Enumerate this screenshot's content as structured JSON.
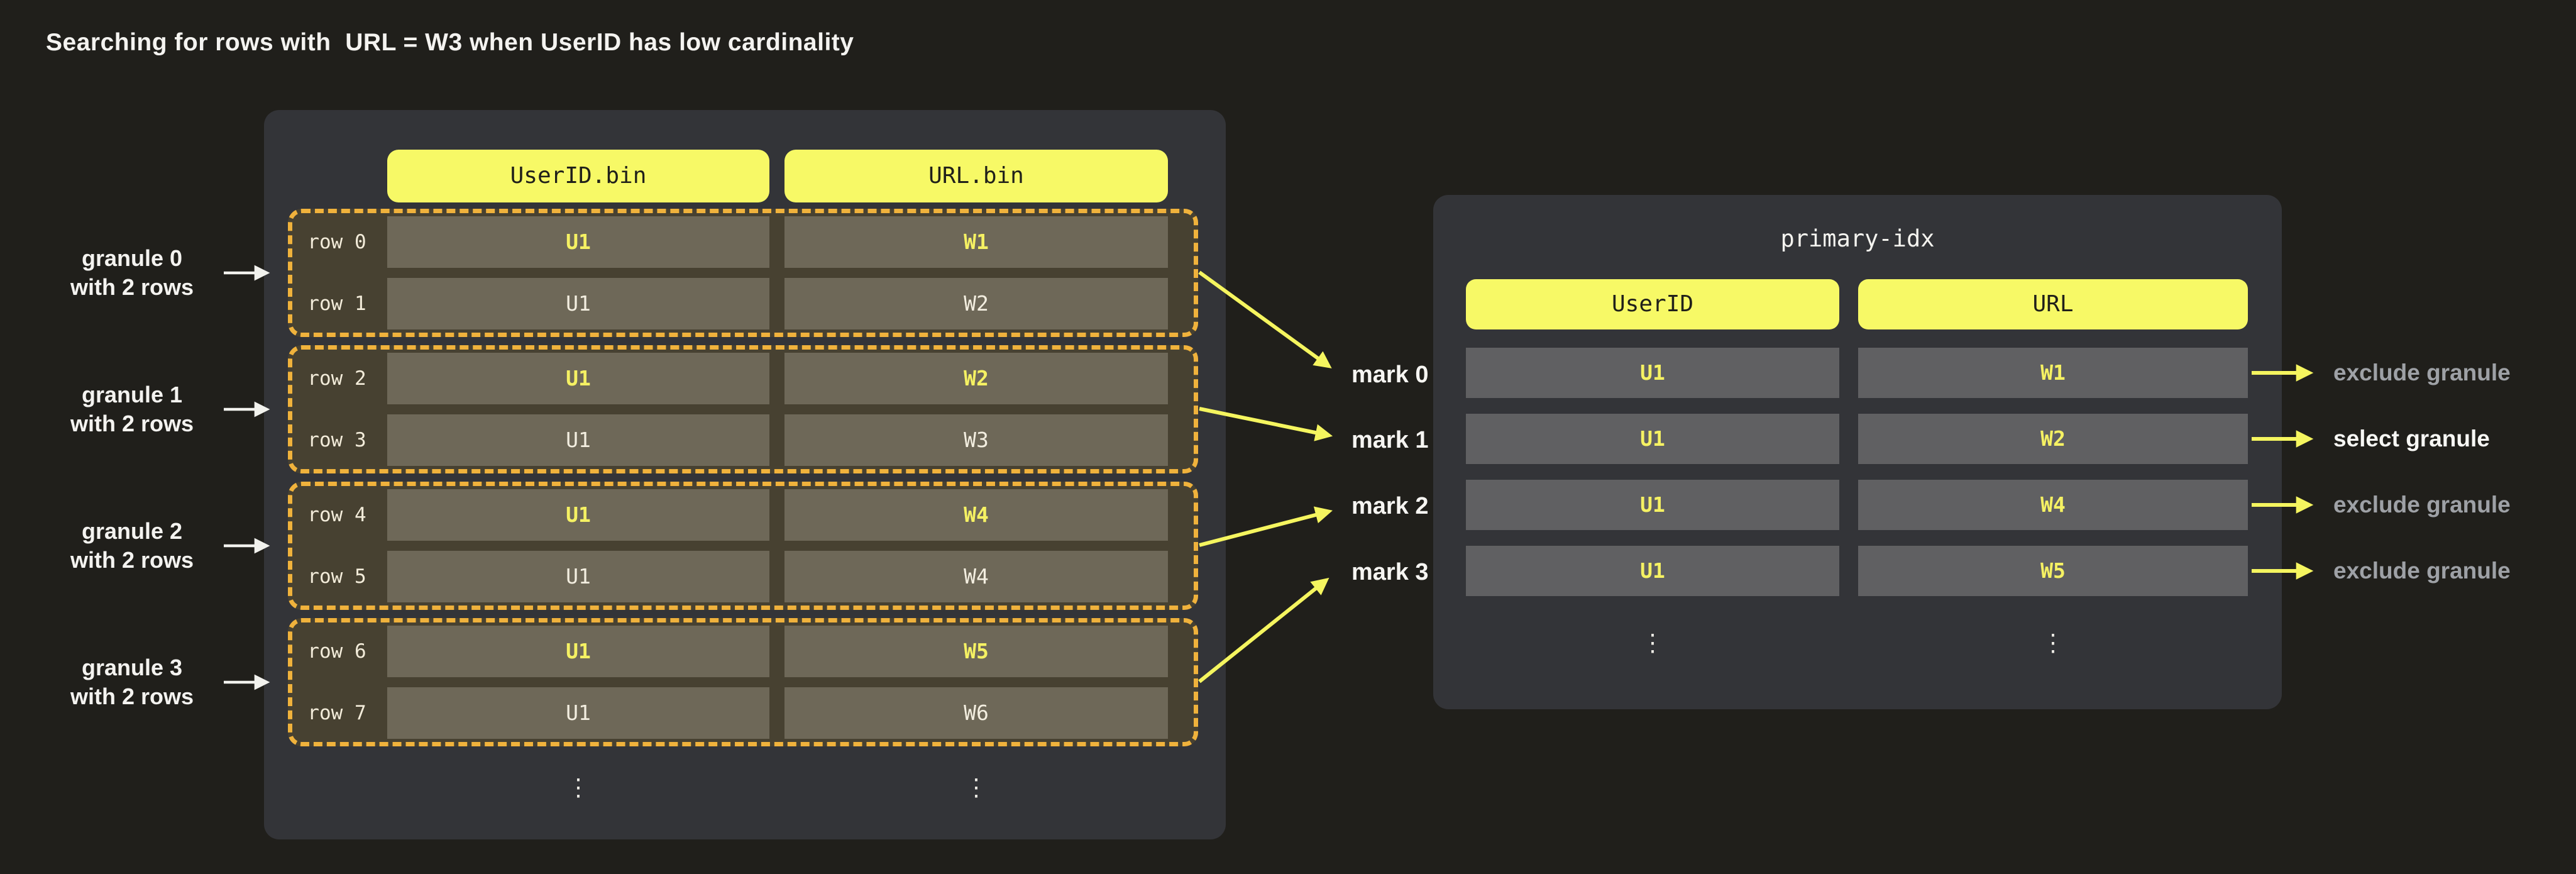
{
  "title": "Searching for rows with  URL = W3 when UserID has low cardinality",
  "column_files": {
    "headers": [
      "UserID.bin",
      "URL.bin"
    ]
  },
  "granules": [
    {
      "label": [
        "granule 0",
        "with 2 rows"
      ],
      "rows": [
        {
          "label": "row 0",
          "userid": "U1",
          "url": "W1"
        },
        {
          "label": "row 1",
          "userid": "U1",
          "url": "W2"
        }
      ]
    },
    {
      "label": [
        "granule 1",
        "with 2 rows"
      ],
      "rows": [
        {
          "label": "row 2",
          "userid": "U1",
          "url": "W2"
        },
        {
          "label": "row 3",
          "userid": "U1",
          "url": "W3"
        }
      ]
    },
    {
      "label": [
        "granule 2",
        "with 2 rows"
      ],
      "rows": [
        {
          "label": "row 4",
          "userid": "U1",
          "url": "W4"
        },
        {
          "label": "row 5",
          "userid": "U1",
          "url": "W4"
        }
      ]
    },
    {
      "label": [
        "granule 3",
        "with 2 rows"
      ],
      "rows": [
        {
          "label": "row 6",
          "userid": "U1",
          "url": "W5"
        },
        {
          "label": "row 7",
          "userid": "U1",
          "url": "W6"
        }
      ]
    }
  ],
  "marks": [
    "mark 0",
    "mark 1",
    "mark 2",
    "mark 3"
  ],
  "primary_index": {
    "title": "primary-idx",
    "headers": [
      "UserID",
      "URL"
    ],
    "rows": [
      {
        "userid": "U1",
        "url": "W1",
        "decision": "exclude granule",
        "selected": false
      },
      {
        "userid": "U1",
        "url": "W2",
        "decision": "select granule",
        "selected": true
      },
      {
        "userid": "U1",
        "url": "W4",
        "decision": "exclude granule",
        "selected": false
      },
      {
        "userid": "U1",
        "url": "W5",
        "decision": "exclude granule",
        "selected": false
      }
    ]
  },
  "ellipsis": "⋮",
  "colors": {
    "background": "#201f1b",
    "panel_bg": "#333438",
    "granule_bg": "#474131",
    "granule_dash": "#f0b23c",
    "cell_bg": "#6e6858",
    "index_cell_bg": "#606062",
    "header_yellow": "#f7f966",
    "value_yellow": "#f5f163",
    "arrow_yellow": "#f5f55f",
    "muted_label": "#9ea1a6",
    "text_white": "#f4f3f0"
  }
}
